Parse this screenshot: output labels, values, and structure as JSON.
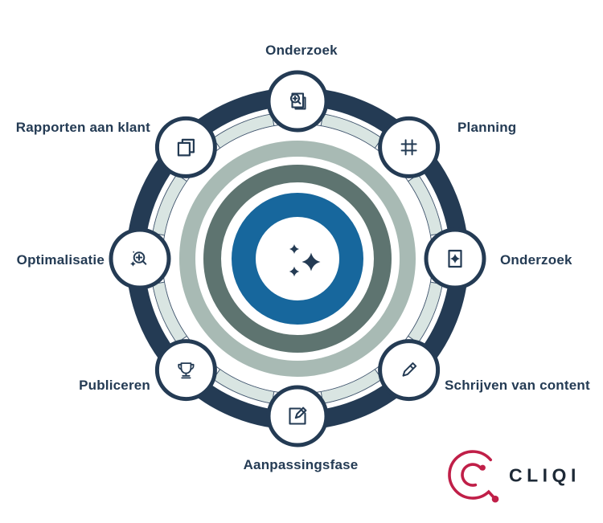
{
  "diagram": {
    "center_icon": "sparkles-icon",
    "stages": [
      {
        "label": "Onderzoek",
        "icon": "search-pages-icon"
      },
      {
        "label": "Planning",
        "icon": "hash-icon"
      },
      {
        "label": "Onderzoek",
        "icon": "document-sparkle-icon"
      },
      {
        "label": "Schrijven van content",
        "icon": "pencil-icon"
      },
      {
        "label": "Aanpassingsfase",
        "icon": "edit-square-icon"
      },
      {
        "label": "Publiceren",
        "icon": "trophy-icon"
      },
      {
        "label": "Optimalisatie",
        "icon": "magnifier-plus-icon"
      },
      {
        "label": "Rapporten aan klant",
        "icon": "copy-pages-icon"
      }
    ],
    "colors": {
      "navy": "#243b54",
      "blue_ring": "#17679d",
      "slate_ring": "#5e7470",
      "sage_ring": "#a8bab4",
      "pale_segment": "#d9e5e2",
      "background": "#ffffff",
      "logo_red": "#c01f48",
      "logo_text": "#1d2936"
    }
  },
  "logo": {
    "wordmark": "CLIQI"
  }
}
